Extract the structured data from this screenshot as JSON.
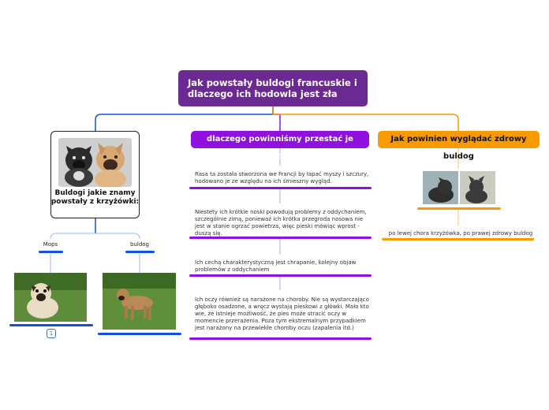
{
  "root": {
    "title": "Jak powstały buldogi francuskie i dlaczego ich hodowla jest zła"
  },
  "left": {
    "card_title": "Buldogi jakie znamy powstały z krzyżówki:",
    "children": [
      {
        "label": "Mops"
      },
      {
        "label": "buldog"
      }
    ],
    "badge": "1"
  },
  "middle": {
    "title": "dlaczego powinniśmy przestać je hodować",
    "notes": [
      "Rasa ta została stworzona we Francji by łapać myszy i szczury, hodowano je ze względu na ich śmieszny wygląd.",
      "Niestety ich krótkie noski powodują problemy z oddychaniem, szczególnie zimą, ponieważ ich krótka przegroda nosowa nie jest w stanie ogrzać powietrza, więc pieski mówiąc wprost - duszą się.",
      "Ich cechą charakterystyczną jest chrapanie, kolejny objaw problemów z oddychaniem",
      "Ich oczy również są narażone na choroby. Nie są wystarczająco głęboko osadzone, a wręcz wystają pieskowi z główki. Mało kto wie, że istnieje możliwość, że pies może stracić oczy w momencie przerażenia. Poza tym ekstremalnym przypadkiem jest narażony na przewlekłe choroby oczu (zapalenia itd.)"
    ]
  },
  "right": {
    "title": "Jak powinien wyglądać zdrowy buldog",
    "caption": "po lewej chora krzyżówka, po prawej zdrowy buldog"
  },
  "colors": {
    "root": "#6b2a91",
    "purple": "#9010e0",
    "orange": "#f99a00",
    "blue": "#0f50e0"
  }
}
